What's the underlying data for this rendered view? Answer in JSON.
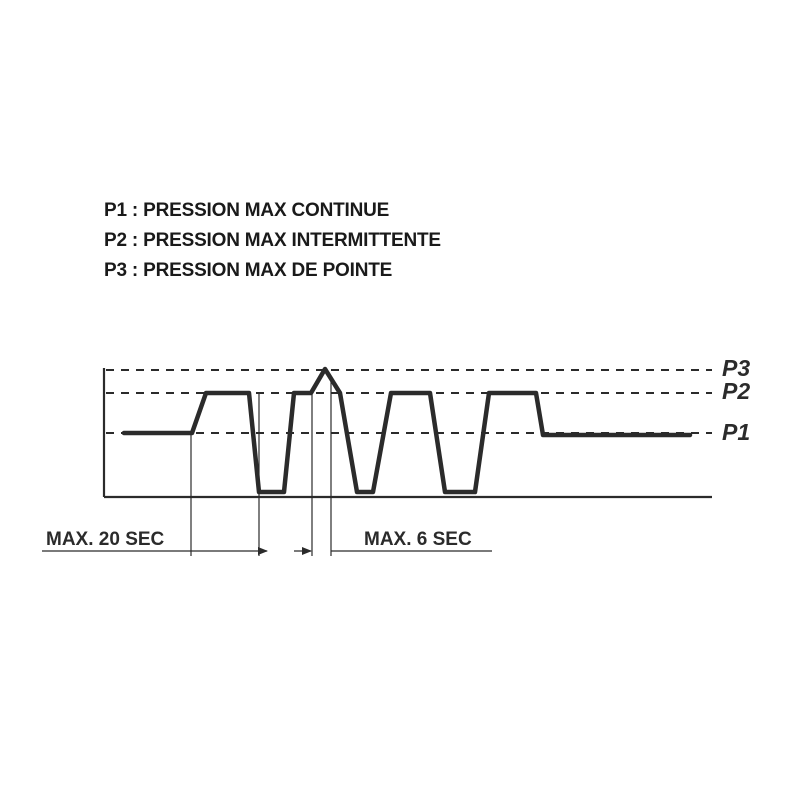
{
  "legend": {
    "p1": "P1 : PRESSION MAX CONTINUE",
    "p2": "P2 : PRESSION MAX INTERMITTENTE",
    "p3": "P3 : PRESSION MAX DE POINTE"
  },
  "levels": {
    "p3": "P3",
    "p2": "P2",
    "p1": "P1"
  },
  "durations": {
    "continuous": "MAX. 20 SEC",
    "intermittent": "MAX. 6 SEC"
  },
  "colors": {
    "line": "#2b2b2b",
    "text": "#1a1a1a"
  }
}
